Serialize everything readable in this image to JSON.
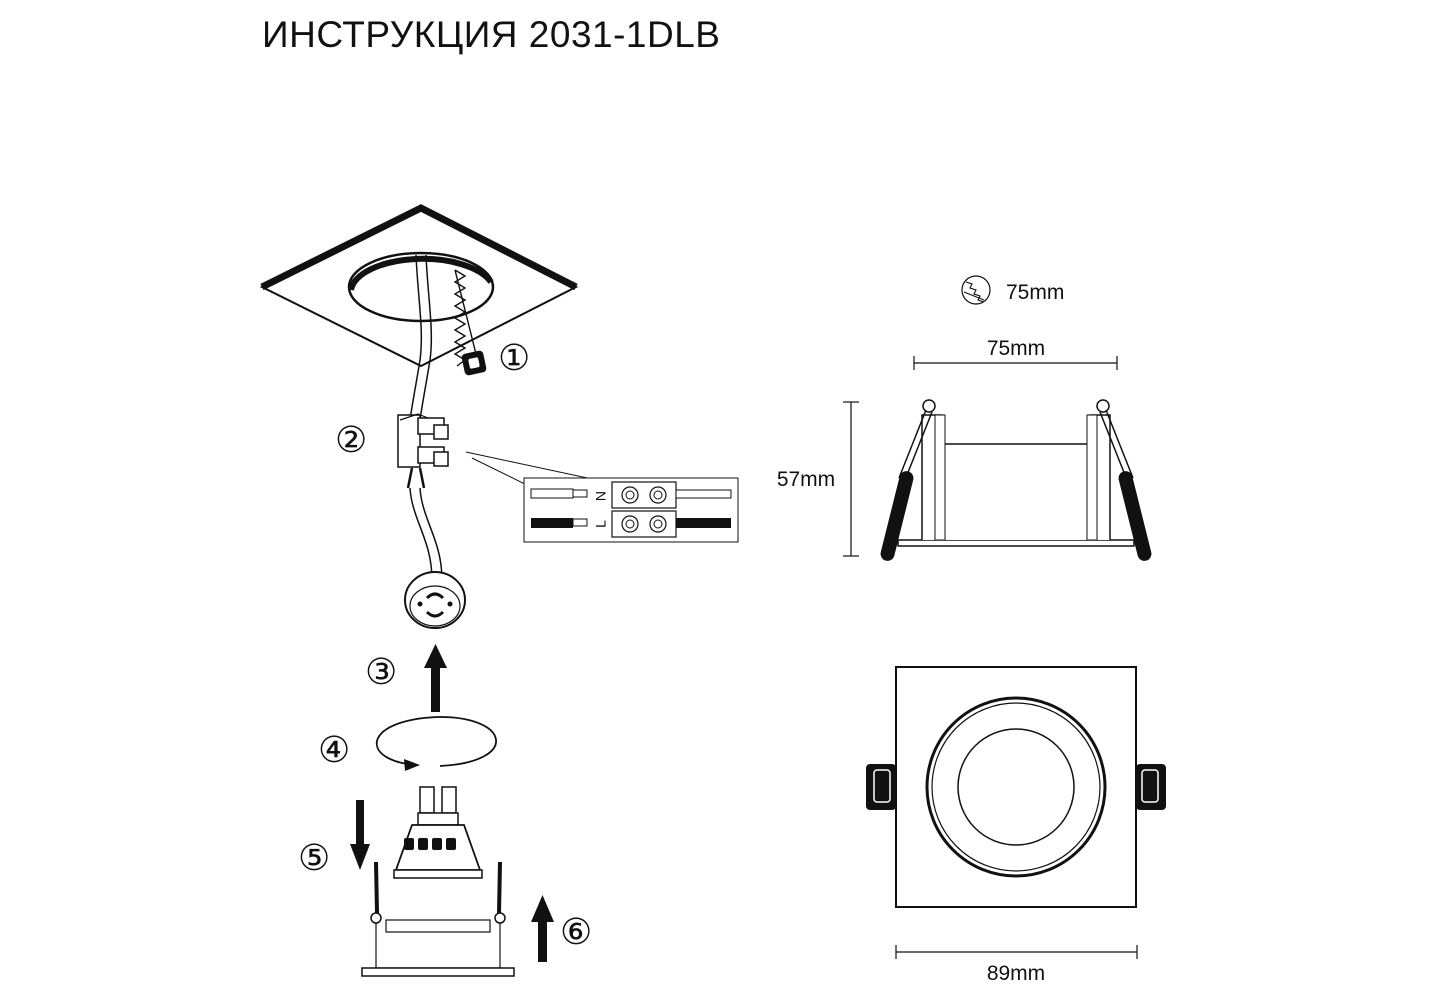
{
  "title": "ИНСТРУКЦИЯ 2031-1DLB",
  "steps": [
    "①",
    "②",
    "③",
    "④",
    "⑤",
    "⑥"
  ],
  "wiring": {
    "neutral": "N",
    "live": "L"
  },
  "dimensions": {
    "cutout": "75mm",
    "width": "75mm",
    "height": "57mm",
    "frame": "89mm"
  },
  "icons": [
    "saw-icon",
    "terminal-block-icon",
    "gu10-socket-icon",
    "gu10-bulb-icon",
    "spring-clip-icon"
  ]
}
